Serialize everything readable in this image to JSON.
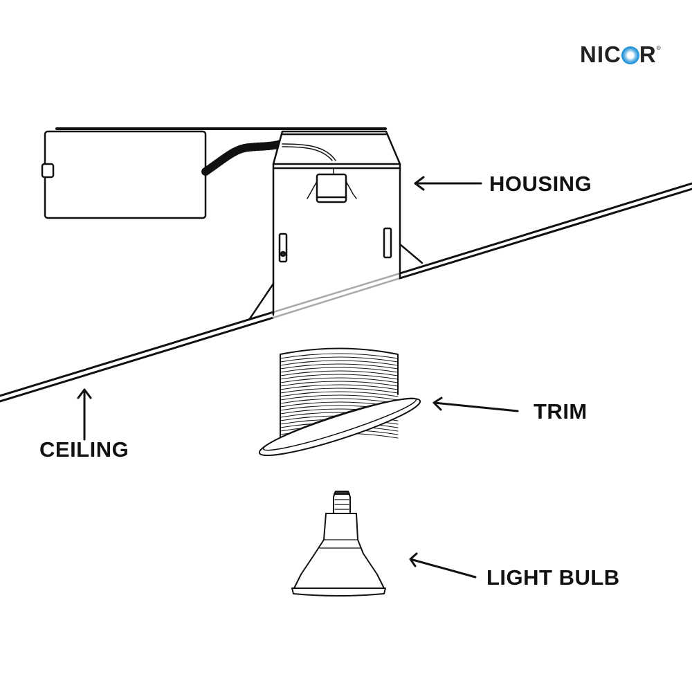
{
  "brand": {
    "prefix": "NIC",
    "suffix": "R",
    "registered": "®",
    "accent": "#1a8fd6"
  },
  "labels": {
    "housing": "HOUSING",
    "trim": "TRIM",
    "ceiling": "CEILING",
    "light_bulb": "LIGHT BULB"
  }
}
